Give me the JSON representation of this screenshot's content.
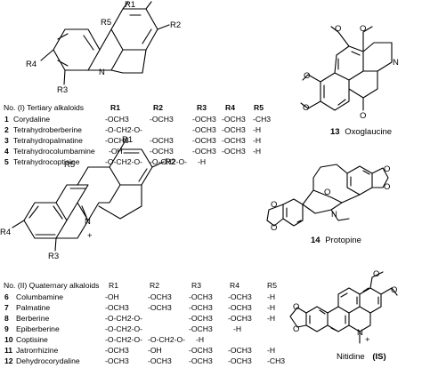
{
  "tertiary": {
    "header": [
      "No. (I) Tertiary alkaloids",
      "R1",
      "R2",
      "R3",
      "R4",
      "R5"
    ],
    "rows": [
      {
        "no": "1",
        "name": "Corydaline",
        "cells": [
          "-OCH3",
          "-OCH3",
          "-OCH3",
          "-OCH3",
          "-CH3"
        ]
      },
      {
        "no": "2",
        "name": "Tetrahydroberberine",
        "cells": [
          "-O-CH2-O-",
          "",
          "-OCH3",
          "-OCH3",
          "-H"
        ]
      },
      {
        "no": "3",
        "name": "Tetrahydropalmatine",
        "cells": [
          "-OCH3",
          "-OCH3",
          "-OCH3",
          "-OCH3",
          "-H"
        ]
      },
      {
        "no": "4",
        "name": "Tetrahydrocolumbamine",
        "cells": [
          "-OH",
          "-OCH3",
          "-OCH3",
          "-OCH3",
          "-H"
        ]
      },
      {
        "no": "5",
        "name": "Tetrahydrocoptisine",
        "cells": [
          "-O-CH2-O-",
          "",
          "-O-CH2-O-",
          "",
          "-H"
        ]
      }
    ]
  },
  "quaternary": {
    "header": [
      "No. (II) Quaternary alkaloids",
      "R1",
      "R2",
      "R3",
      "R4",
      "R5"
    ],
    "rows": [
      {
        "no": "6",
        "name": "Columbamine",
        "cells": [
          "-OH",
          "-OCH3",
          "-OCH3",
          "-OCH3",
          "-H"
        ]
      },
      {
        "no": "7",
        "name": "Palmatine",
        "cells": [
          "-OCH3",
          "-OCH3",
          "-OCH3",
          "-OCH3",
          "-H"
        ]
      },
      {
        "no": "8",
        "name": "Berberine",
        "cells": [
          "-O-CH2-O-",
          "",
          "-OCH3",
          "-OCH3",
          "-H"
        ]
      },
      {
        "no": "9",
        "name": "Epiberberine",
        "cells": [
          "-O-CH2-O-",
          "",
          "-OCH3",
          "-H",
          ""
        ]
      },
      {
        "no": "10",
        "name": "Coptisine",
        "cells": [
          "-O-CH2-O-",
          "",
          "-O-CH2-O-",
          "",
          "-H"
        ]
      },
      {
        "no": "11",
        "name": "Jatrorrhizine",
        "cells": [
          "-OCH3",
          "-OH",
          "-OCH3",
          "-OCH3",
          "-H"
        ]
      },
      {
        "no": "12",
        "name": "Dehydrocorydaline",
        "cells": [
          "-OCH3",
          "-OCH3",
          "-OCH3",
          "-OCH3",
          "-CH3"
        ]
      }
    ]
  },
  "structure_labels": {
    "top": {
      "r1": "R1",
      "r2": "R2",
      "r3": "R3",
      "r4": "R4",
      "r5": "R5",
      "n": "N"
    },
    "mid": {
      "r1": "R1",
      "r2": "R2",
      "r3": "R3",
      "r4": "R4",
      "r5": "R5",
      "n": "N",
      "plus": "+"
    },
    "oxo": {
      "n": "N",
      "o": "O"
    },
    "proto": {
      "o": "O",
      "n": "N"
    },
    "nit": {
      "n": "N",
      "plus": "+"
    }
  },
  "captions": {
    "oxo": {
      "no": "13",
      "name": "Oxoglaucine"
    },
    "proto": {
      "no": "14",
      "name": "Protopine"
    },
    "nit": {
      "name": "Nitidine",
      "tag": "(IS)"
    }
  }
}
